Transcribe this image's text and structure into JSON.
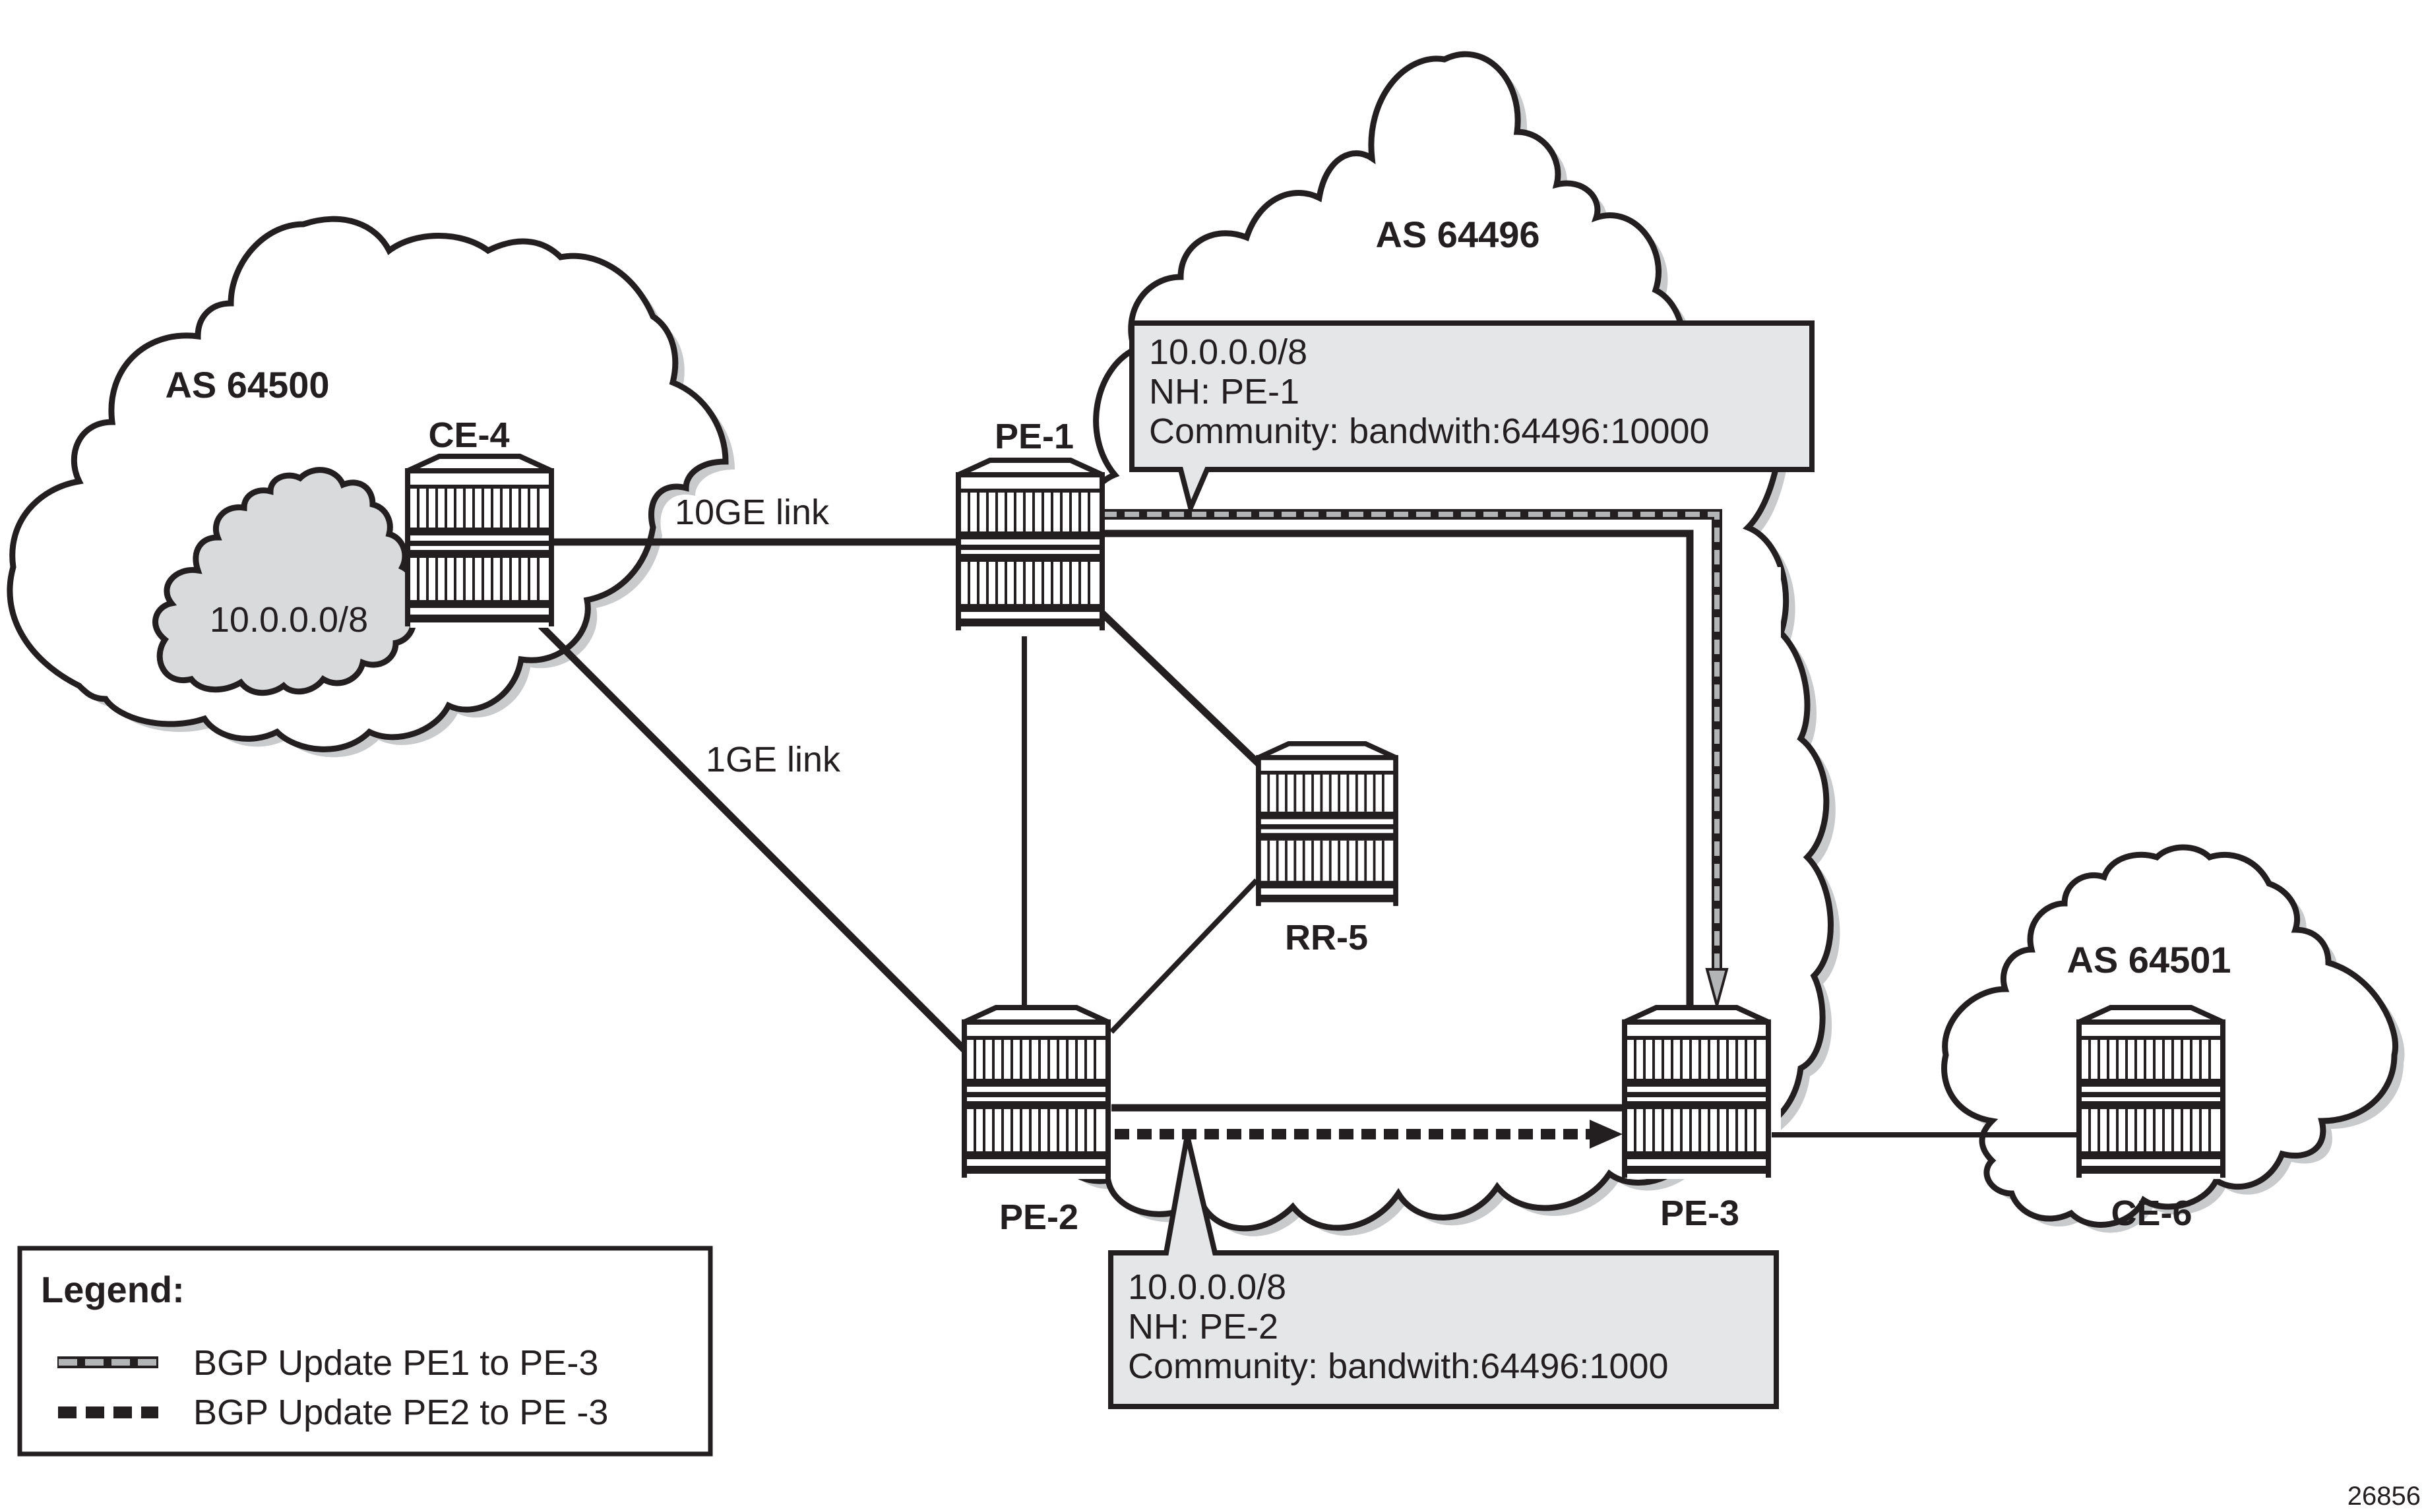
{
  "diagram": {
    "figure_id": "26856",
    "autonomous_systems": [
      {
        "id": "as64500",
        "label": "AS 64500"
      },
      {
        "id": "as64496",
        "label": "AS 64496"
      },
      {
        "id": "as64501",
        "label": "AS 64501"
      }
    ],
    "prefix_cloud": {
      "label": "10.0.0.0/8"
    },
    "nodes": [
      {
        "id": "ce4",
        "label": "CE-4",
        "type": "router"
      },
      {
        "id": "pe1",
        "label": "PE-1",
        "type": "router"
      },
      {
        "id": "pe2",
        "label": "PE-2",
        "type": "router"
      },
      {
        "id": "pe3",
        "label": "PE-3",
        "type": "router"
      },
      {
        "id": "rr5",
        "label": "RR-5",
        "type": "router"
      },
      {
        "id": "ce6",
        "label": "CE-6",
        "type": "router"
      }
    ],
    "links": [
      {
        "from": "CE-4",
        "to": "PE-1",
        "label": "10GE link"
      },
      {
        "from": "CE-4",
        "to": "PE-2",
        "label": "1GE link"
      },
      {
        "from": "PE-1",
        "to": "PE-2",
        "label": ""
      },
      {
        "from": "PE-1",
        "to": "RR-5",
        "label": ""
      },
      {
        "from": "PE-2",
        "to": "RR-5",
        "label": ""
      },
      {
        "from": "PE-1",
        "to": "PE-3",
        "label": ""
      },
      {
        "from": "PE-2",
        "to": "PE-3",
        "label": ""
      },
      {
        "from": "PE-3",
        "to": "CE-6",
        "label": ""
      }
    ],
    "callouts": [
      {
        "id": "pe1-update",
        "lines": [
          "10.0.0.0/8",
          "NH: PE-1",
          "Community: bandwith:64496:10000"
        ]
      },
      {
        "id": "pe2-update",
        "lines": [
          "10.0.0.0/8",
          "NH: PE-2",
          "Community: bandwith:64496:1000"
        ]
      }
    ],
    "legend": {
      "title": "Legend:",
      "items": [
        {
          "style": "gray-dashed",
          "label": "BGP Update PE1 to PE-3"
        },
        {
          "style": "black-dashed",
          "label": "BGP Update PE2 to PE -3"
        }
      ]
    },
    "colors": {
      "stroke": "#231f20",
      "callout_fill": "#e5e6e8",
      "prefix_cloud_fill": "#d9dadc",
      "shadow": "#c9cacc",
      "update_dash_gray": "#b3b4b6"
    }
  }
}
